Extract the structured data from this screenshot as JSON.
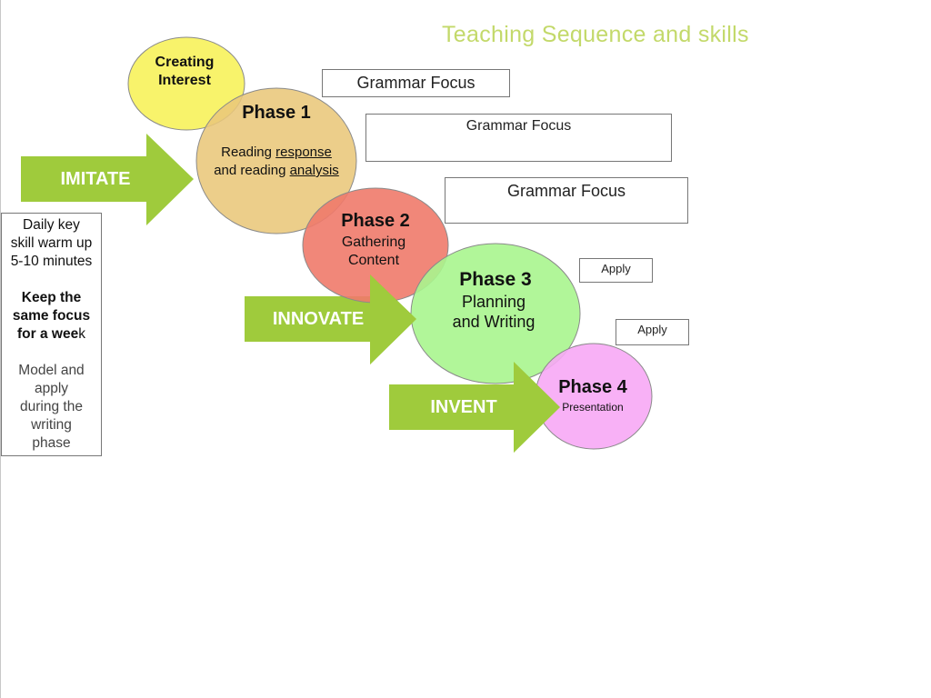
{
  "title": "Teaching Sequence and skills",
  "grammar_boxes": [
    "Grammar Focus",
    "Grammar Focus",
    "Grammar Focus"
  ],
  "apply_boxes": [
    "Apply",
    "Apply"
  ],
  "creating_interest": {
    "line1": "Creating",
    "line2": "Interest"
  },
  "phase1": {
    "title": "Phase 1",
    "line1_a": "Reading ",
    "line1_b": "response",
    "line2_a": "and reading ",
    "line2_b": "analysis"
  },
  "phase2": {
    "title": "Phase 2",
    "line1": "Gathering",
    "line2": "Content"
  },
  "phase3": {
    "title": "Phase 3",
    "line1": "Planning",
    "line2": "and Writing"
  },
  "phase4": {
    "title": "Phase 4",
    "line1": "Presentation"
  },
  "arrows": {
    "imitate": "IMITATE",
    "innovate": "INNOVATE",
    "invent": "INVENT"
  },
  "side": {
    "l1": "Daily key",
    "l2": "skill warm up",
    "l3": "5-10 minutes",
    "b1": "Keep the",
    "b2": "same focus",
    "b3a": "for a wee",
    "b3b": "k",
    "g1": "Model and",
    "g2": "apply",
    "g3": "during the",
    "g4": "writing",
    "g5": "phase"
  },
  "colors": {
    "title": "#c3d96a",
    "arrow": "#9fcb3c",
    "creating_interest": "#f7f25e",
    "phase1": "#e9c77a",
    "phase2": "#f07a6a",
    "phase3": "#a8f58e",
    "phase4": "#f7a8f5"
  }
}
